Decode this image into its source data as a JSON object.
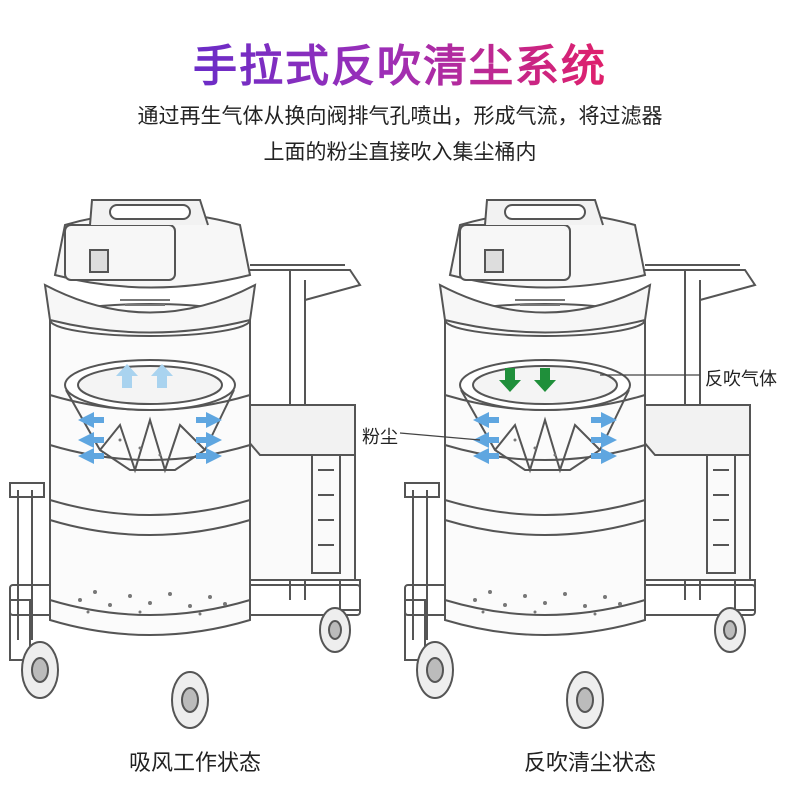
{
  "title": "手拉式反吹清尘系统",
  "subtitle_line1": "通过再生气体从换向阀排气孔喷出，形成气流，将过滤器",
  "subtitle_line2": "上面的粉尘直接吹入集尘桶内",
  "panels": [
    {
      "caption": "吸风工作状态",
      "arrow_color": "#a9d3ef",
      "arrow_direction": "up"
    },
    {
      "caption": "反吹清尘状态",
      "arrow_color": "#1f8f3a",
      "arrow_direction": "down"
    }
  ],
  "callouts": {
    "gas": "反吹气体",
    "dust": "粉尘"
  },
  "colors": {
    "title_gradient": [
      "#6a2cc7",
      "#e0206a"
    ],
    "side_arrow": "#5fa6e0",
    "line": "#555555"
  }
}
